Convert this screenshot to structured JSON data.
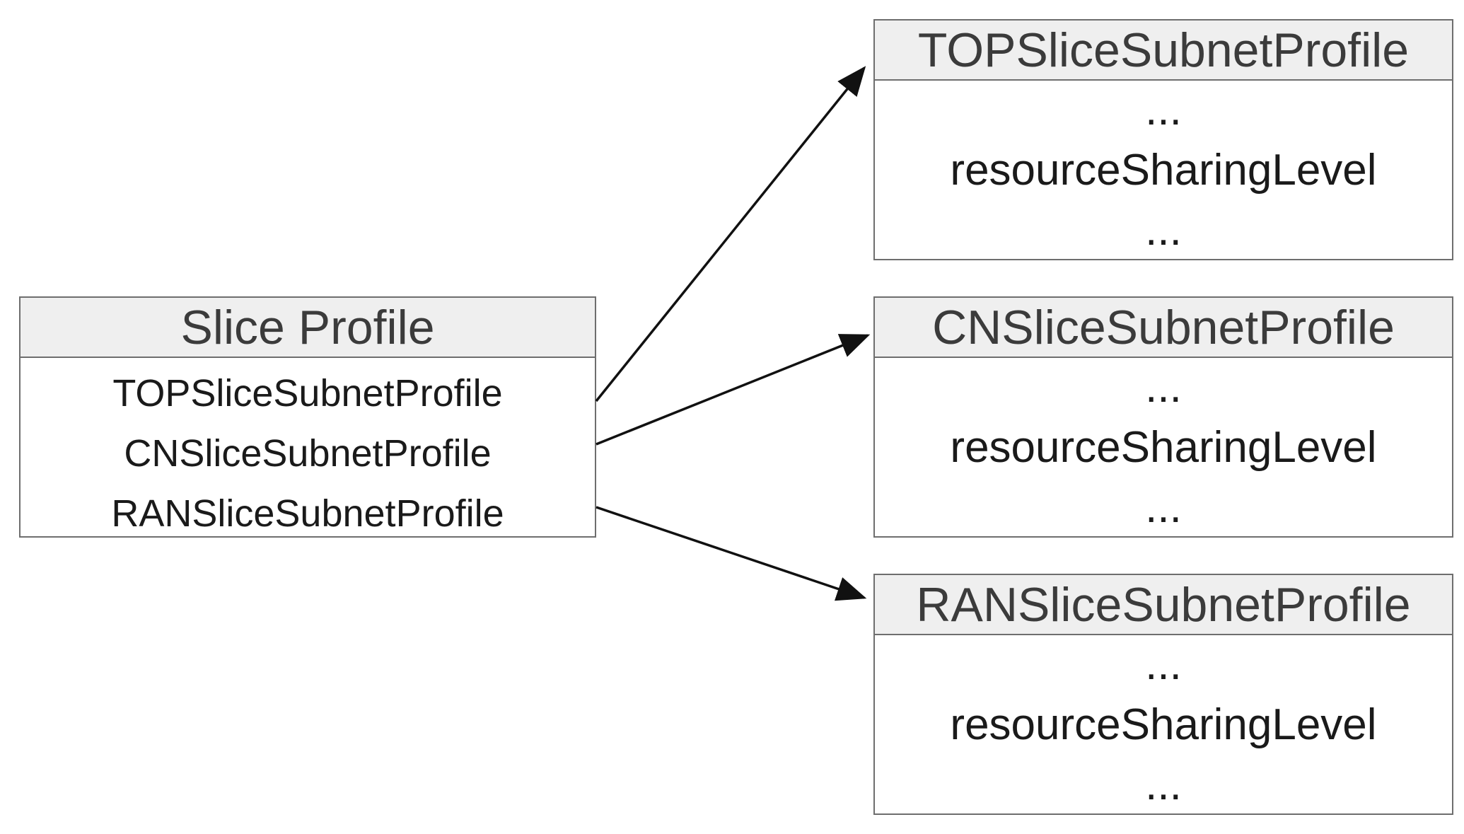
{
  "slice_profile": {
    "title": "Slice Profile",
    "attributes": [
      "TOPSliceSubnetProfile",
      "CNSliceSubnetProfile",
      "RANSliceSubnetProfile"
    ]
  },
  "subnet_profiles": [
    {
      "title": "TOPSliceSubnetProfile",
      "lines": [
        "...",
        "resourceSharingLevel",
        "..."
      ]
    },
    {
      "title": "CNSliceSubnetProfile",
      "lines": [
        "...",
        "resourceSharingLevel",
        "..."
      ]
    },
    {
      "title": "RANSliceSubnetProfile",
      "lines": [
        "...",
        "resourceSharingLevel",
        "..."
      ]
    }
  ],
  "colors": {
    "header_fill": "#efefef",
    "border": "#6e6e6e",
    "arrow": "#111111"
  }
}
